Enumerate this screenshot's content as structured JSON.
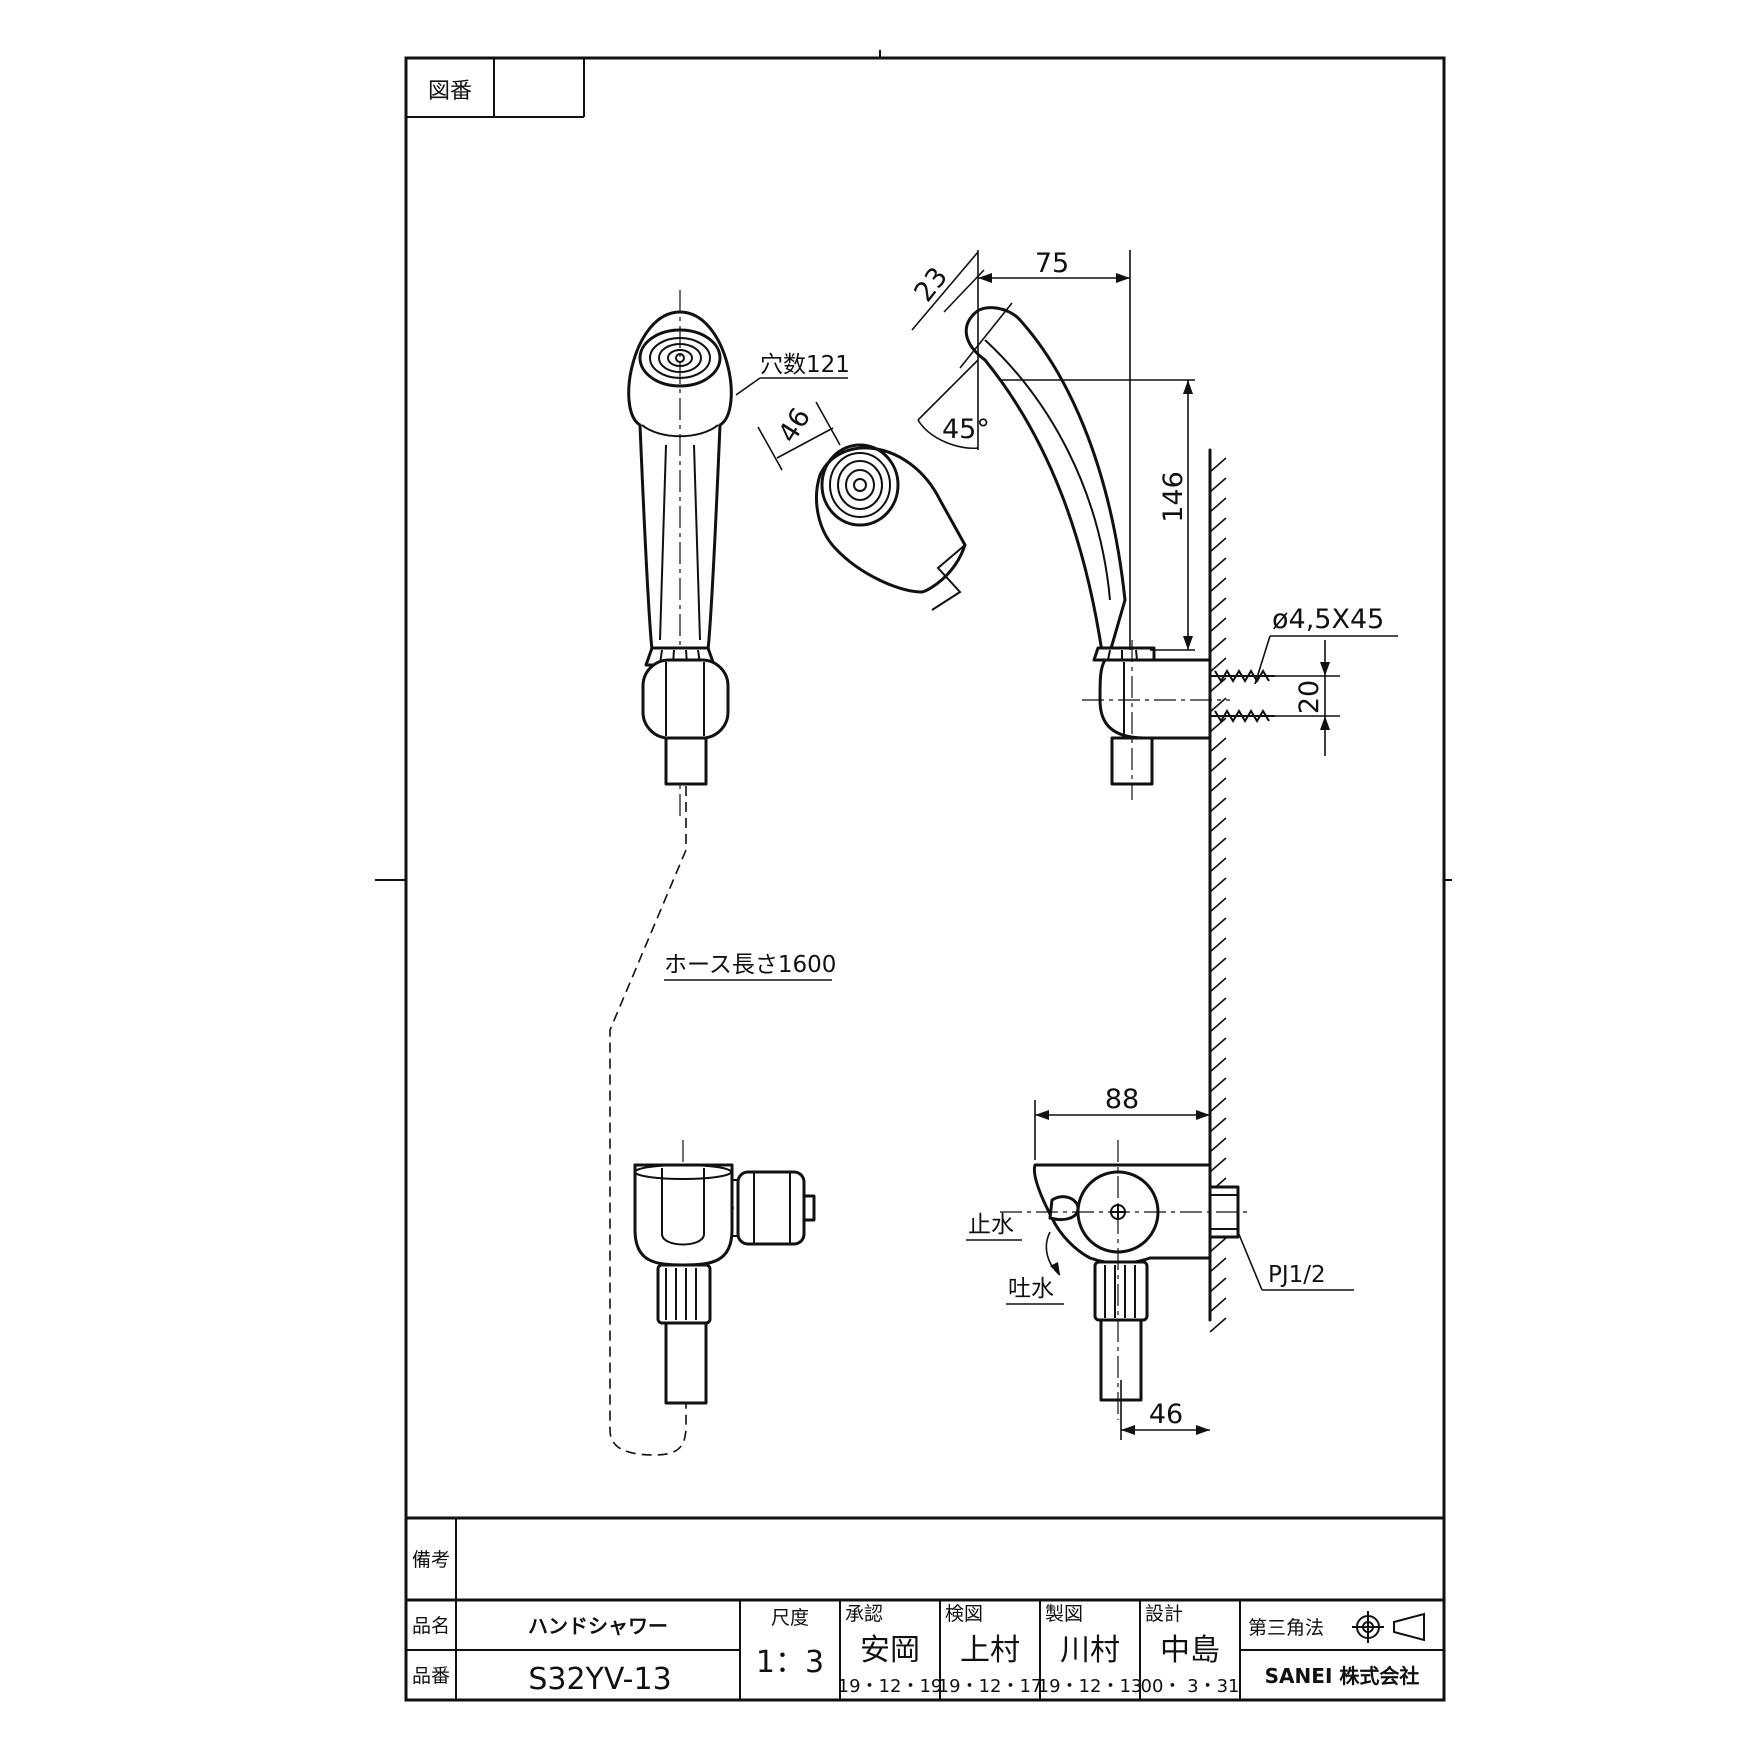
{
  "sheet": {
    "drawing_number_label": "図番",
    "drawing_number_value": "",
    "remarks_label": "備考",
    "remarks_value": ""
  },
  "title_block": {
    "product_name_label": "品名",
    "product_name": "ハンドシャワー",
    "product_number_label": "品番",
    "product_number": "S32YV-13",
    "scale_label": "尺度",
    "scale_value": "1：3",
    "approval": {
      "label": "承認",
      "name": "安岡",
      "date": "19・12・19"
    },
    "inspection": {
      "label": "検図",
      "name": "上村",
      "date": "19・12・17"
    },
    "drafting": {
      "label": "製図",
      "name": "川村",
      "date": "19・12・13"
    },
    "design": {
      "label": "設計",
      "name": "中島",
      "date": "00・ 3・31"
    },
    "projection_label": "第三角法",
    "company": "SANEI 株式会社"
  },
  "annotations": {
    "hole_count": "穴数121",
    "hose_length": "ホース長さ1600",
    "stop_water": "止水",
    "discharge_water": "吐水",
    "pipe_thread": "PJ1/2",
    "screw_spec": "ø4,5X45"
  },
  "dimensions": {
    "head_width": "23",
    "head_reach": "75",
    "head_angle": "45°",
    "face_diameter": "46",
    "hook_height": "146",
    "screw_pitch": "20",
    "valve_projection": "88",
    "valve_offset": "46"
  }
}
